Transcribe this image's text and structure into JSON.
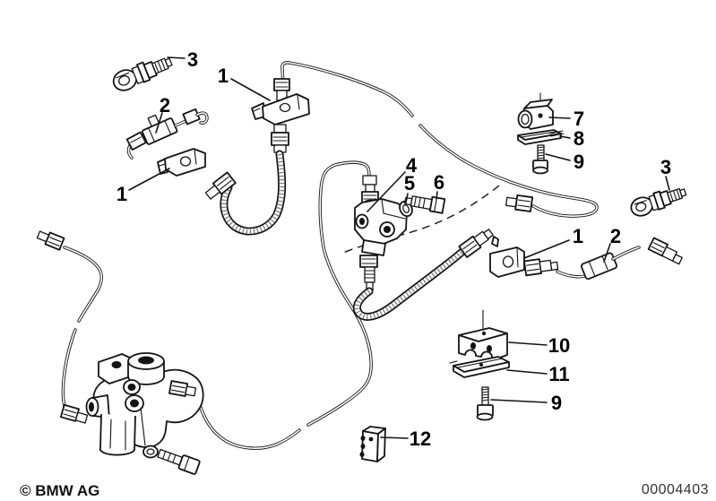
{
  "diagram": {
    "copyright": "© BMW AG",
    "image_number": "00004403",
    "background": "#ffffff",
    "line_color": "#141414"
  },
  "callouts": {
    "c3_front_switch": {
      "label": "3"
    },
    "c1_front_bracket_top": {
      "label": "1"
    },
    "c2_front_pipe": {
      "label": "2"
    },
    "c1_front_bracket_low": {
      "label": "1"
    },
    "c4_distributor": {
      "label": "4"
    },
    "c5_washer": {
      "label": "5"
    },
    "c6_bolt": {
      "label": "6"
    },
    "c7_clamp": {
      "label": "7"
    },
    "c8_plate": {
      "label": "8"
    },
    "c9_screw_upper": {
      "label": "9"
    },
    "c3_rear_switch": {
      "label": "3"
    },
    "c1_rear_bracket": {
      "label": "1"
    },
    "c2_rear_pipe": {
      "label": "2"
    },
    "c10_clamp": {
      "label": "10"
    },
    "c11_rail": {
      "label": "11"
    },
    "c9_screw_lower": {
      "label": "9"
    },
    "c12_clip": {
      "label": "12"
    }
  }
}
